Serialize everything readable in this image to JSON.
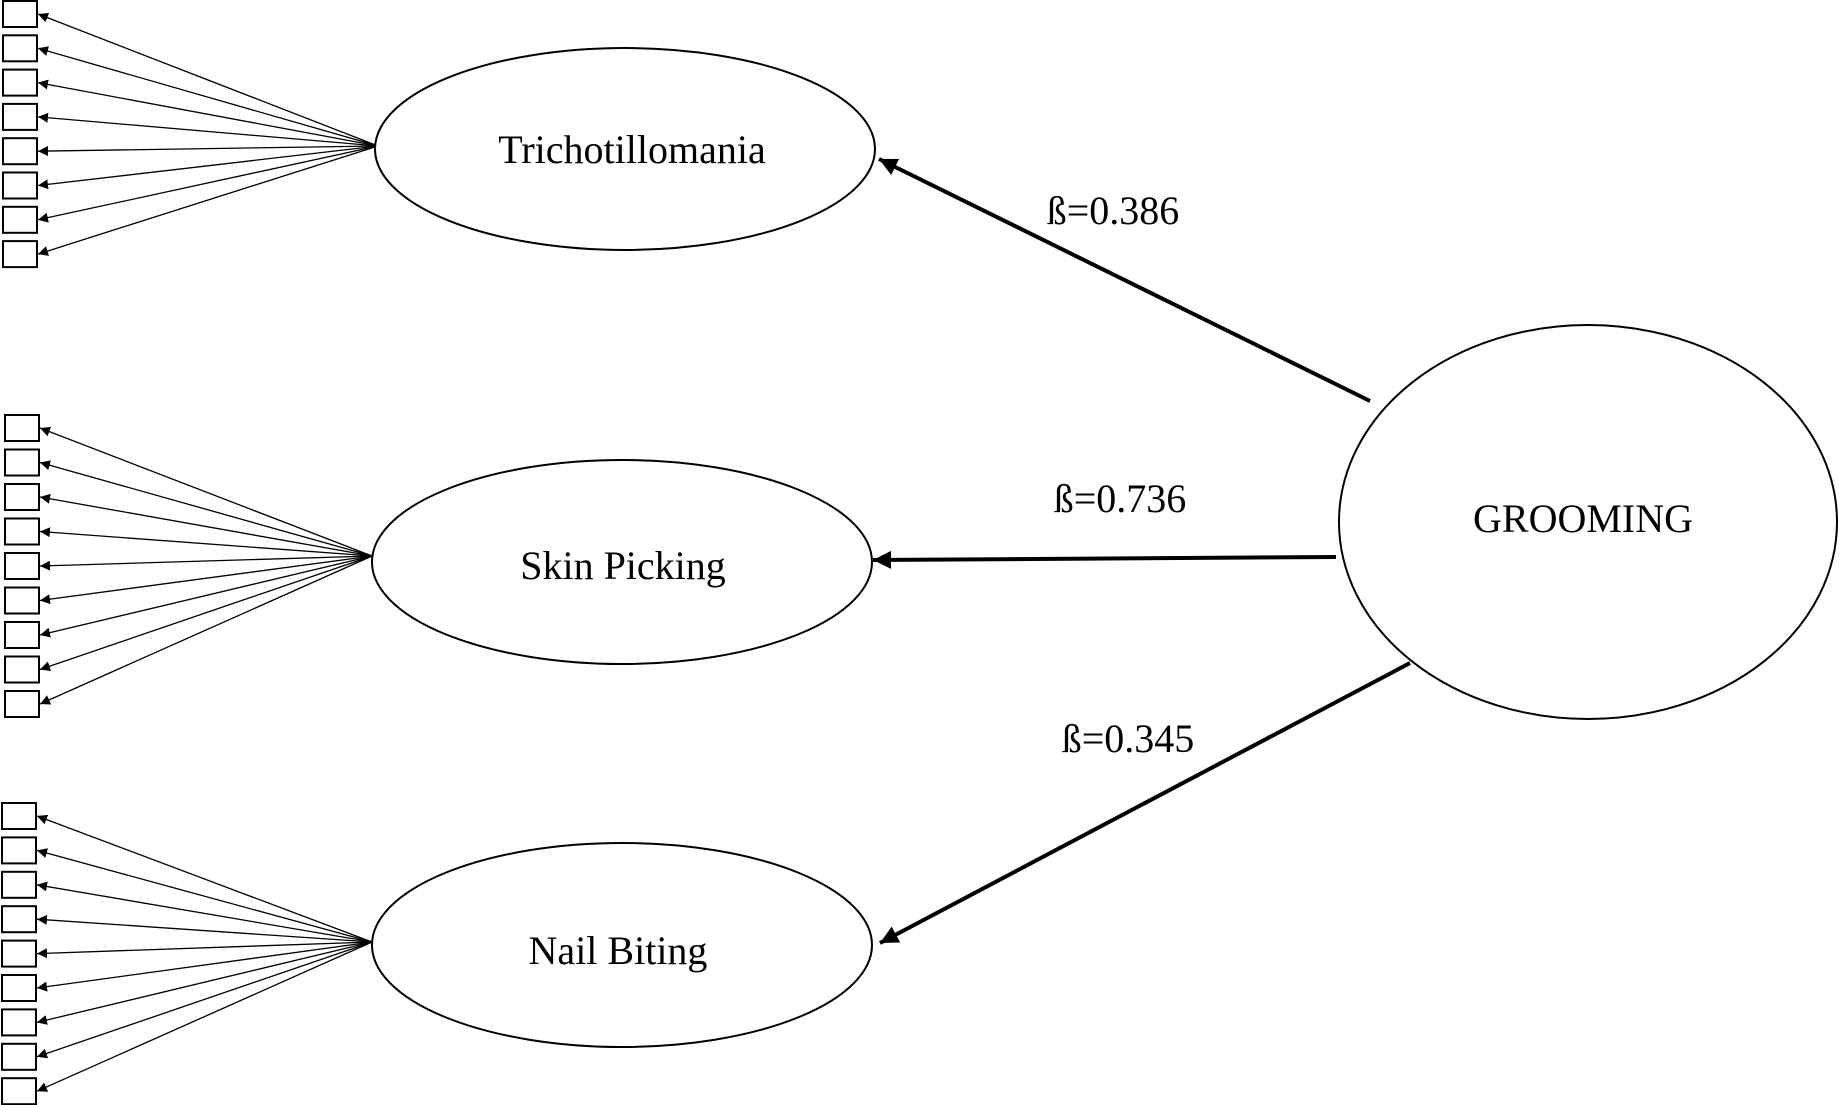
{
  "colors": {
    "stroke": "#000000",
    "background": "#ffffff"
  },
  "second_order_factor": {
    "label": "GROOMING"
  },
  "first_order_factors": [
    {
      "label": "Trichotillomania",
      "indicator_count": 8,
      "path_label": "ß=0.386"
    },
    {
      "label": "Skin Picking",
      "indicator_count": 9,
      "path_label": "ß=0.736"
    },
    {
      "label": "Nail Biting",
      "indicator_count": 9,
      "path_label": "ß=0.345"
    }
  ]
}
